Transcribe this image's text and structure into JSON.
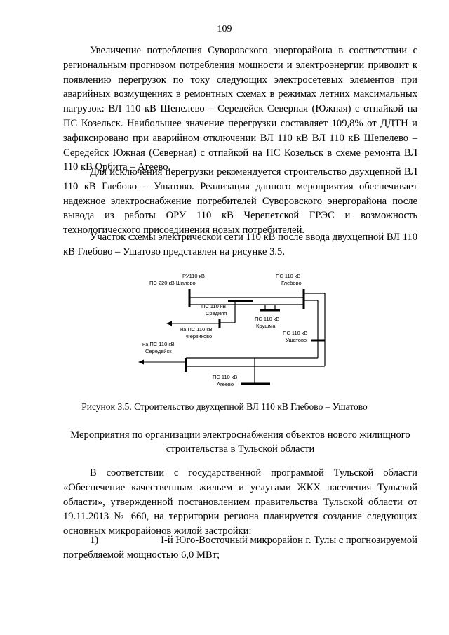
{
  "page_number": "109",
  "paragraphs": [
    "Увеличение потребления Суворовского энергорайона в соответствии с региональным прогнозом потребления мощности и электроэнергии приводит к появлению перегрузок по току следующих электросетевых элементов при аварийных возмущениях в ремонтных схемах в режимах летних максимальных нагрузок: ВЛ 110 кВ Шепелево – Середейск Северная (Южная) с отпайкой на ПС Козельск. Наибольшее значение перегрузки составляет 109,8% от ДДТН и зафиксировано при аварийном отключении ВЛ 110 кВ ВЛ 110 кВ Шепелево – Середейск Южная (Северная) с отпайкой на ПС Козельск в схеме ремонта ВЛ 110 кВ Орбита – Агеево.",
    "Для исключения перегрузки рекомендуется строительство двухцепной ВЛ 110 кВ Глебово – Ушатово. Реализация данного мероприятия обеспечивает надежное электроснабжение потребителей Суворовского энергорайона после вывода из работы ОРУ 110 кВ Черепетской ГРЭС и возможность технологического присоединения новых потребителей.",
    "Участок схемы электрической сети 110 кВ после ввода двухцепной ВЛ 110 кВ Глебово – Ушатово представлен на рисунке 3.5."
  ],
  "diagram": {
    "labels": {
      "shilovo_1": "РУ110 кВ",
      "shilovo_2": "ПС 220 кВ Шилово",
      "glebovo_1": "ПС 110 кВ",
      "glebovo_2": "Глебово",
      "srednyaya_1": "ПС 110 кВ",
      "srednyaya_2": "Средняя",
      "krushma_1": "ПС 110 кВ",
      "krushma_2": "Крушма",
      "ferzikovo_1": "на ПС 110 кВ",
      "ferzikovo_2": "Ферзиково",
      "ushatovo_1": "ПС 110 кВ",
      "ushatovo_2": "Ушатово",
      "seredeisk_1": "на ПС 110 кВ",
      "seredeisk_2": "Середейск",
      "ageevo_1": "ПС 110 кВ",
      "ageevo_2": "Агеево"
    }
  },
  "caption": "Рисунок 3.5. Строительство двухцепной ВЛ 110 кВ Глебово – Ушатово",
  "section_heading": "Мероприятия по организации электроснабжения объектов нового жилищного строительства в Тульской области",
  "paragraph_after": "В соответствии с государственной программой Тульской области «Обеспечение качественным жильем и услугами ЖКХ населения Тульской области», утвержденной постановлением правительства Тульской области от 19.11.2013 № 660, на территории региона планируется создание следующих основных микрорайонов жилой застройки:",
  "list": [
    {
      "num": "1)",
      "line1": "I-й Юго-Восточный микрорайон г. Тулы с прогнозируемой",
      "line2": "потребляемой мощностью 6,0 МВт;"
    }
  ]
}
